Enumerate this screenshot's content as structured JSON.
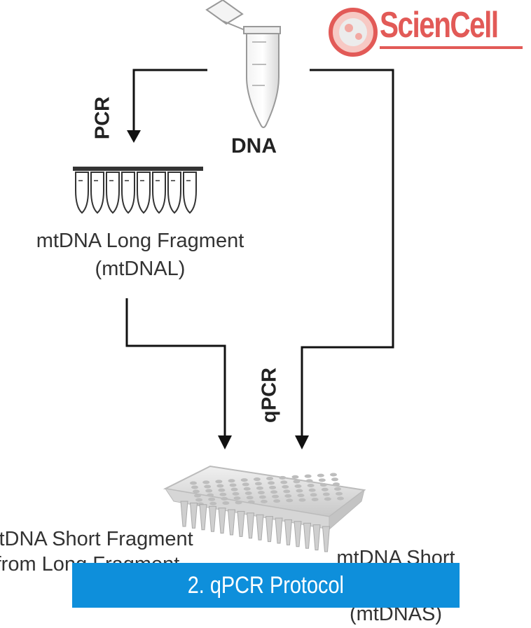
{
  "brand": {
    "name": "ScienCell",
    "accent": "#e25a57"
  },
  "labels": {
    "dna": "DNA",
    "pcr": "PCR",
    "qpcr": "qPCR",
    "long_fragment": "mtDNA Long Fragment (mtDNAL)",
    "short_from_long": "mtDNA Short Fragment from Long Fragment",
    "short_fragment": "mtDNA Short Fragment (mtDNAS)"
  },
  "banner": {
    "title": "2. qPCR Protocol",
    "color": "#0e8fdb"
  },
  "icons": [
    "microcentrifuge-tube-icon",
    "pcr-strip-tubes-icon",
    "96-well-plate-icon",
    "sciencell-logo-icon"
  ]
}
